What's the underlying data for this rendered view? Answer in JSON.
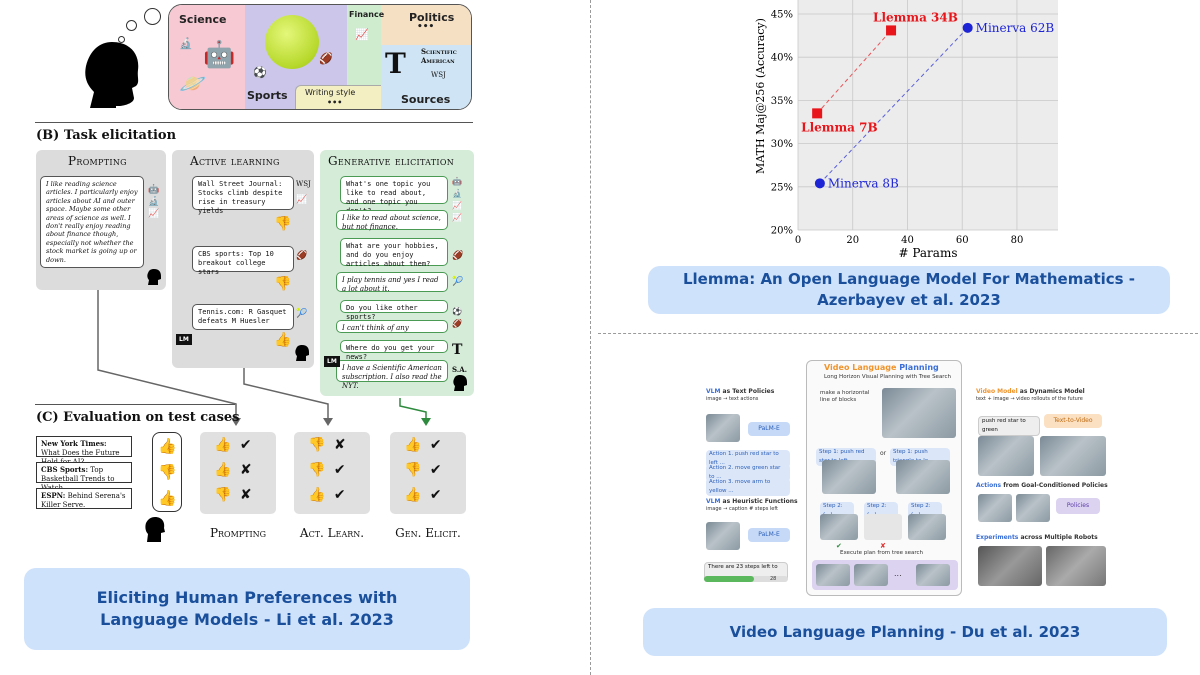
{
  "left_panel": {
    "topics": {
      "science": "Science",
      "sports": "Sports",
      "finance": "Finance",
      "politics": "Politics",
      "politics_more": "•••",
      "writing_style": "Writing style",
      "writing_more": "•••",
      "sources": "Sources",
      "sources_logo_sa_line1": "Scientific",
      "sources_logo_sa_line2": "American",
      "sources_logo_nyt": "T",
      "sources_logo_wsj": "WSJ"
    },
    "task_title": "(B) Task elicitation",
    "columns": {
      "prompting": {
        "title": "Prompting",
        "text": "I like reading science articles. I particularly enjoy articles about AI and outer space. Maybe some other areas of science as well. I don't really enjoy reading about finance though, especially not whether the stock market is going up or down."
      },
      "active": {
        "title": "Active learning",
        "q1": "Wall Street Journal: Stocks climb despite rise in treasury yields",
        "q2": "CBS sports: Top 10 breakout college stars",
        "q3": "Tennis.com: R Gasquet defeats M Huesler",
        "lm": "LM"
      },
      "generative": {
        "title": "Generative elicitation",
        "q1": "What's one topic you like to read about, and one topic you don't?",
        "a1": "I like to read about science, but not finance.",
        "q2": "What are your hobbies, and do you enjoy articles about them?",
        "a2": "I play tennis and yes I read a lot about it.",
        "q3": "Do you like other sports?",
        "a3": "I can't think of any",
        "q4": "Where do you get your news?",
        "a4": "I have a Scientific American subscription. I also read the NYT.",
        "lm": "LM",
        "sa": "S.A.",
        "nyt": "T"
      }
    },
    "eval_title": "(C) Evaluation on test cases",
    "test_cases": [
      {
        "source": "New York Times:",
        "headline": "What Does the Future Hold for AI?"
      },
      {
        "source": "CBS Sports:",
        "headline": "Top Basketball Trends to Watch."
      },
      {
        "source": "ESPN:",
        "headline": "Behind Serena's Killer Serve."
      }
    ],
    "results": [
      {
        "label": "Prompting",
        "rows": [
          "👍 ✔",
          "👍 ✘",
          "👎 ✘"
        ]
      },
      {
        "label": "Act. Learn.",
        "rows": [
          "👎 ✘",
          "👎 ✔",
          "👍 ✔"
        ]
      },
      {
        "label": "Gen. Elicit.",
        "rows": [
          "👍 ✔",
          "👎 ✔",
          "👍 ✔"
        ]
      }
    ],
    "caption": "Eliciting Human Preferences with Language Models - Li et al. 2023",
    "colors": {
      "generative_bg": "#d5ecd8",
      "prompt_bg": "#dcdcdc",
      "caption_bg": "#cfe2fb",
      "caption_text": "#1a4f9c"
    }
  },
  "chart_data": {
    "type": "scatter",
    "xlabel": "# Params",
    "ylabel": "MATH Maj@256 (Accuracy)",
    "xlim": [
      0,
      95
    ],
    "ylim": [
      20,
      45
    ],
    "x_ticks": [
      "0",
      "20",
      "40",
      "60",
      "80"
    ],
    "y_ticks": [
      "20%",
      "25%",
      "30%",
      "35%",
      "40%",
      "45%"
    ],
    "grid": true,
    "series": [
      {
        "name": "Llemma",
        "color": "#e8151b",
        "marker": "square",
        "points": [
          {
            "x": 7,
            "y": 33.5,
            "label": "Llemma 7B"
          },
          {
            "x": 34,
            "y": 43.1,
            "label": "Llemma 34B"
          }
        ]
      },
      {
        "name": "Minerva",
        "color": "#1d24d6",
        "marker": "circle",
        "points": [
          {
            "x": 8,
            "y": 25.4,
            "label": "Minerva 8B"
          },
          {
            "x": 62,
            "y": 43.4,
            "label": "Minerva 62B"
          }
        ]
      }
    ]
  },
  "llemma_caption": "Llemma: An Open Language Model For Mathematics - Azerbayev et al. 2023",
  "vlp": {
    "title_a": "Video Language",
    "title_b": "Planning",
    "subtitle": "Long Horizon Visual Planning with Tree Search",
    "goal": "make a horizontal line of blocks",
    "vlm_text_a": "VLM",
    "vlm_text_b": "as Text Policies",
    "vlm_text_sub": "image → text actions",
    "palm_e": "PaLM-E",
    "actions": [
      "Action 1. push red star to left ...",
      "Action 2. move green star to ...",
      "Action 3. move arm to yellow ..."
    ],
    "vlm_heur_a": "VLM",
    "vlm_heur_b": "as Heuristic Functions",
    "vlm_heur_sub": "image → caption # steps left",
    "steps_left": "There are 23 steps left to ...",
    "progress_label": "28",
    "or": "or",
    "step_labels": [
      "Step 1: push red star to left",
      "Step 1: push triangle to le",
      "Step 2: (...)",
      "Step 2: (...)",
      "Step 2: (...)"
    ],
    "execute": "Execute plan from tree search",
    "dots": "...",
    "dyn_a": "Video Model",
    "dyn_b": "as Dynamics Model",
    "dyn_sub": "text + image → video rollouts of the future",
    "push_cmd": "push red star to green",
    "t2v": "Text-to-Video",
    "actions_title_a": "Actions",
    "actions_title_b": "from Goal-Conditioned Policies",
    "policies": "Policies",
    "experiments_a": "Experiments",
    "experiments_b": "across Multiple Robots",
    "caption": "Video Language Planning - Du et al. 2023"
  }
}
